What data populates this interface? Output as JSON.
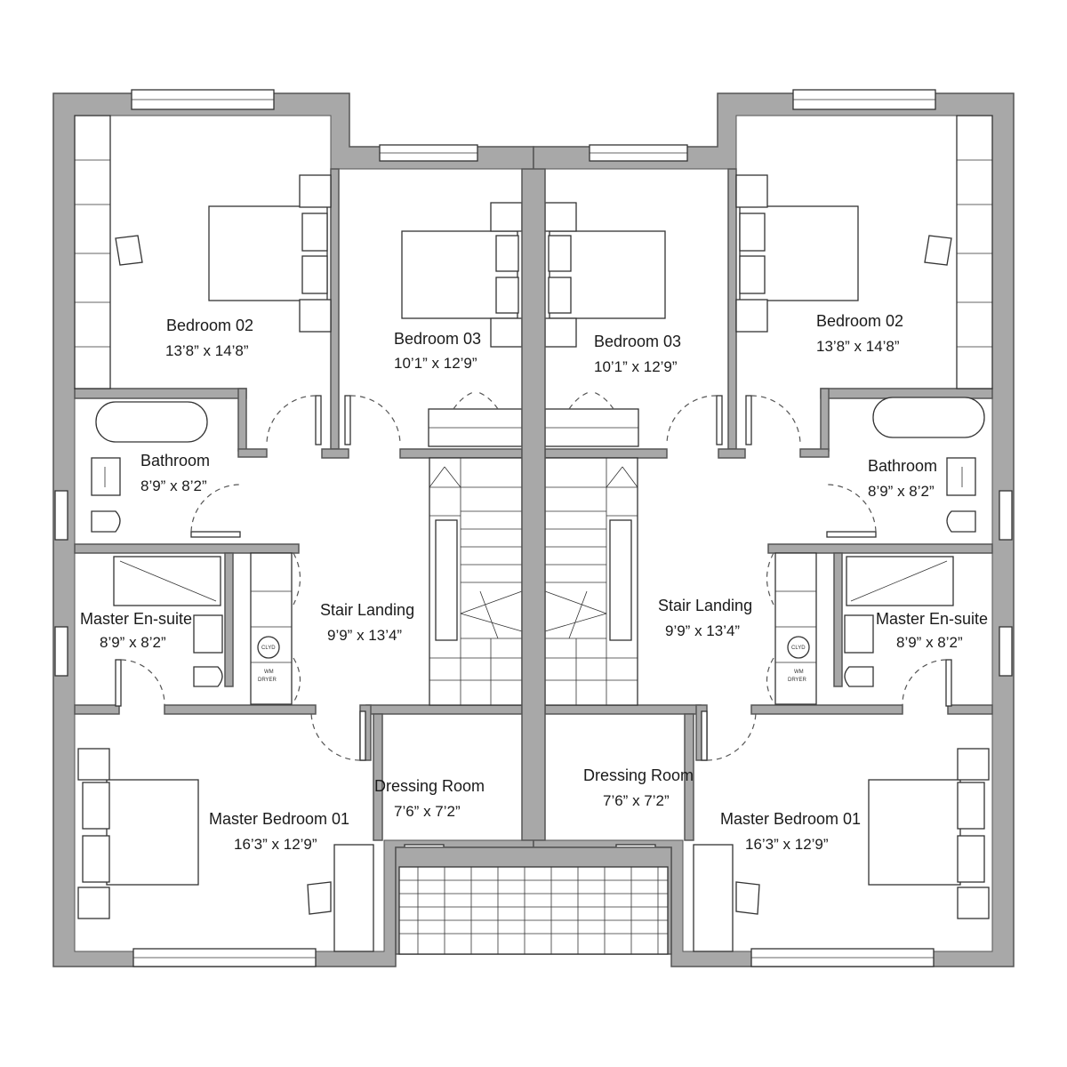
{
  "rooms": {
    "left_bedroom_02": {
      "name": "Bedroom 02",
      "dims": "13’8” x 14’8”"
    },
    "left_bedroom_03": {
      "name": "Bedroom 03",
      "dims": "10’1” x 12’9”"
    },
    "right_bedroom_03": {
      "name": "Bedroom 03",
      "dims": "10’1” x 12’9”"
    },
    "right_bedroom_02": {
      "name": "Bedroom 02",
      "dims": "13’8” x 14’8”"
    },
    "left_bathroom": {
      "name": "Bathroom",
      "dims": "8’9” x 8’2”"
    },
    "right_bathroom": {
      "name": "Bathroom",
      "dims": "8’9” x 8’2”"
    },
    "left_ensuite": {
      "name": "Master En-suite",
      "dims": "8’9” x 8’2”"
    },
    "right_ensuite": {
      "name": "Master En-suite",
      "dims": "8’9” x 8’2”"
    },
    "left_landing": {
      "name": "Stair Landing",
      "dims": "9’9” x 13’4”"
    },
    "right_landing": {
      "name": "Stair Landing",
      "dims": "9’9” x 13’4”"
    },
    "left_dressing": {
      "name": "Dressing Room",
      "dims": "7’6” x 7’2”"
    },
    "right_dressing": {
      "name": "Dressing Room",
      "dims": "7’6” x 7’2”"
    },
    "left_master": {
      "name": "Master Bedroom 01",
      "dims": "16’3” x 12’9”"
    },
    "right_master": {
      "name": "Master Bedroom 01",
      "dims": "16’3” x 12’9”"
    }
  },
  "appliances": {
    "cupboard": "CLYD",
    "washer": "WM",
    "dryer": "DRYER"
  },
  "colors": {
    "wall": "#a8a8a8",
    "line": "#333333",
    "background": "#ffffff"
  }
}
